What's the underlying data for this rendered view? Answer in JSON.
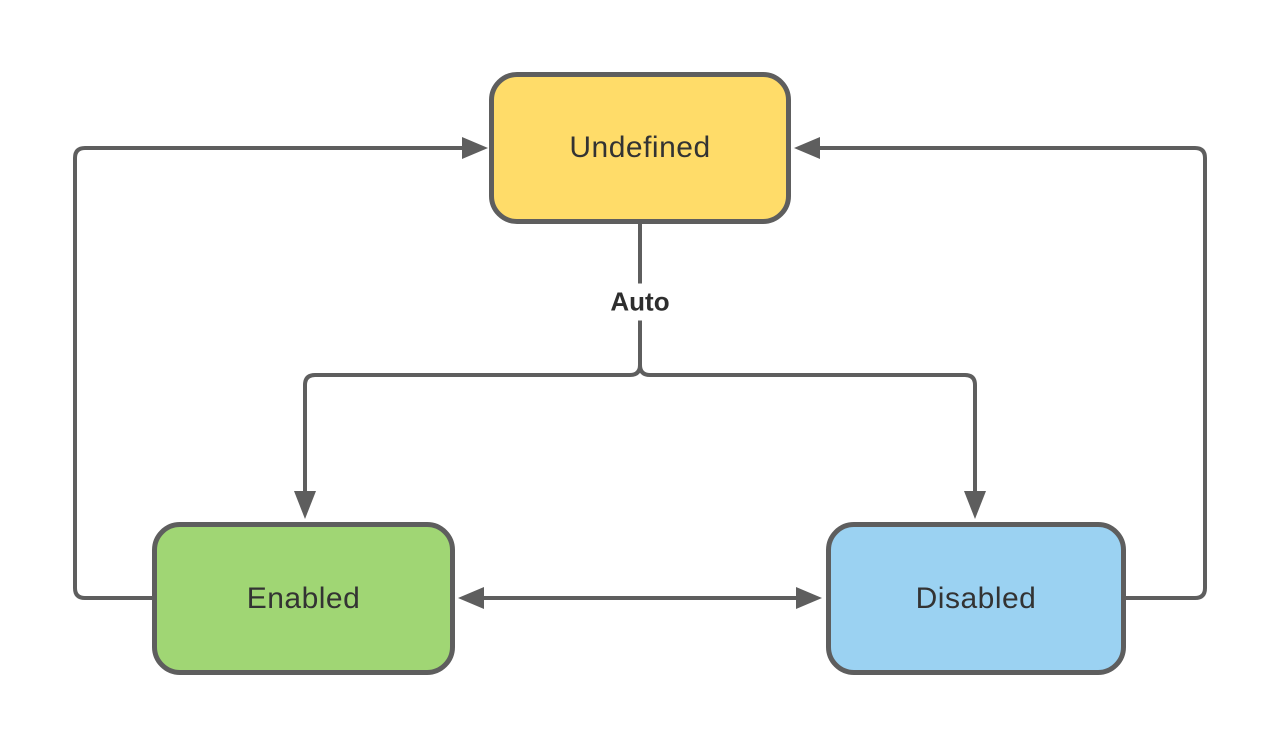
{
  "diagram": {
    "type": "state-diagram",
    "nodes": [
      {
        "id": "undefined",
        "label": "Undefined",
        "fill": "#ffdc69",
        "position": "top-center"
      },
      {
        "id": "enabled",
        "label": "Enabled",
        "fill": "#a0d674",
        "position": "bottom-left"
      },
      {
        "id": "disabled",
        "label": "Disabled",
        "fill": "#9bd2f2",
        "position": "bottom-right"
      }
    ],
    "edges": [
      {
        "from": "undefined",
        "to": "enabled",
        "label": "Auto",
        "note": "branching arrow from Undefined bottom splits to both lower states"
      },
      {
        "from": "undefined",
        "to": "disabled",
        "label": "Auto",
        "note": "branching arrow from Undefined bottom splits to both lower states"
      },
      {
        "from": "enabled",
        "to": "undefined",
        "label": "",
        "note": "loop around left side into Undefined left edge"
      },
      {
        "from": "disabled",
        "to": "undefined",
        "label": "",
        "note": "loop around right side into Undefined right edge"
      },
      {
        "from": "enabled",
        "to": "disabled",
        "label": "",
        "bidirectional": true,
        "note": "double-headed horizontal arrow between lower states"
      }
    ],
    "edge_label": "Auto"
  },
  "colors": {
    "background": "#ffffff",
    "node-border": "#5e5e5e",
    "connector": "#5e5e5e",
    "undefined-fill": "#ffdc69",
    "enabled-fill": "#a0d674",
    "disabled-fill": "#9bd2f2",
    "label-text": "#333333",
    "edge-label-text": "#2e2e2e"
  }
}
